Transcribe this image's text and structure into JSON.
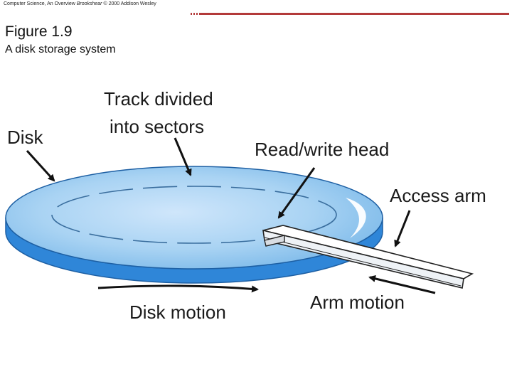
{
  "header": {
    "text_prefix": "Computer Science, An Overview ",
    "text_italic": "Brookshear",
    "text_suffix": " © 2000  Addison Wesley",
    "accent_color": "#b33a3a"
  },
  "figure": {
    "number": "Figure 1.9",
    "caption": "A disk storage system"
  },
  "labels": {
    "disk": "Disk",
    "track_line1": "Track divided",
    "track_line2": "into sectors",
    "read_write_head": "Read/write head",
    "access_arm": "Access arm",
    "arm_motion": "Arm motion",
    "disk_motion": "Disk motion"
  },
  "colors": {
    "disk_top": "#9fcdf0",
    "disk_edge": "#2f86d8",
    "arm": "#ffffff"
  }
}
